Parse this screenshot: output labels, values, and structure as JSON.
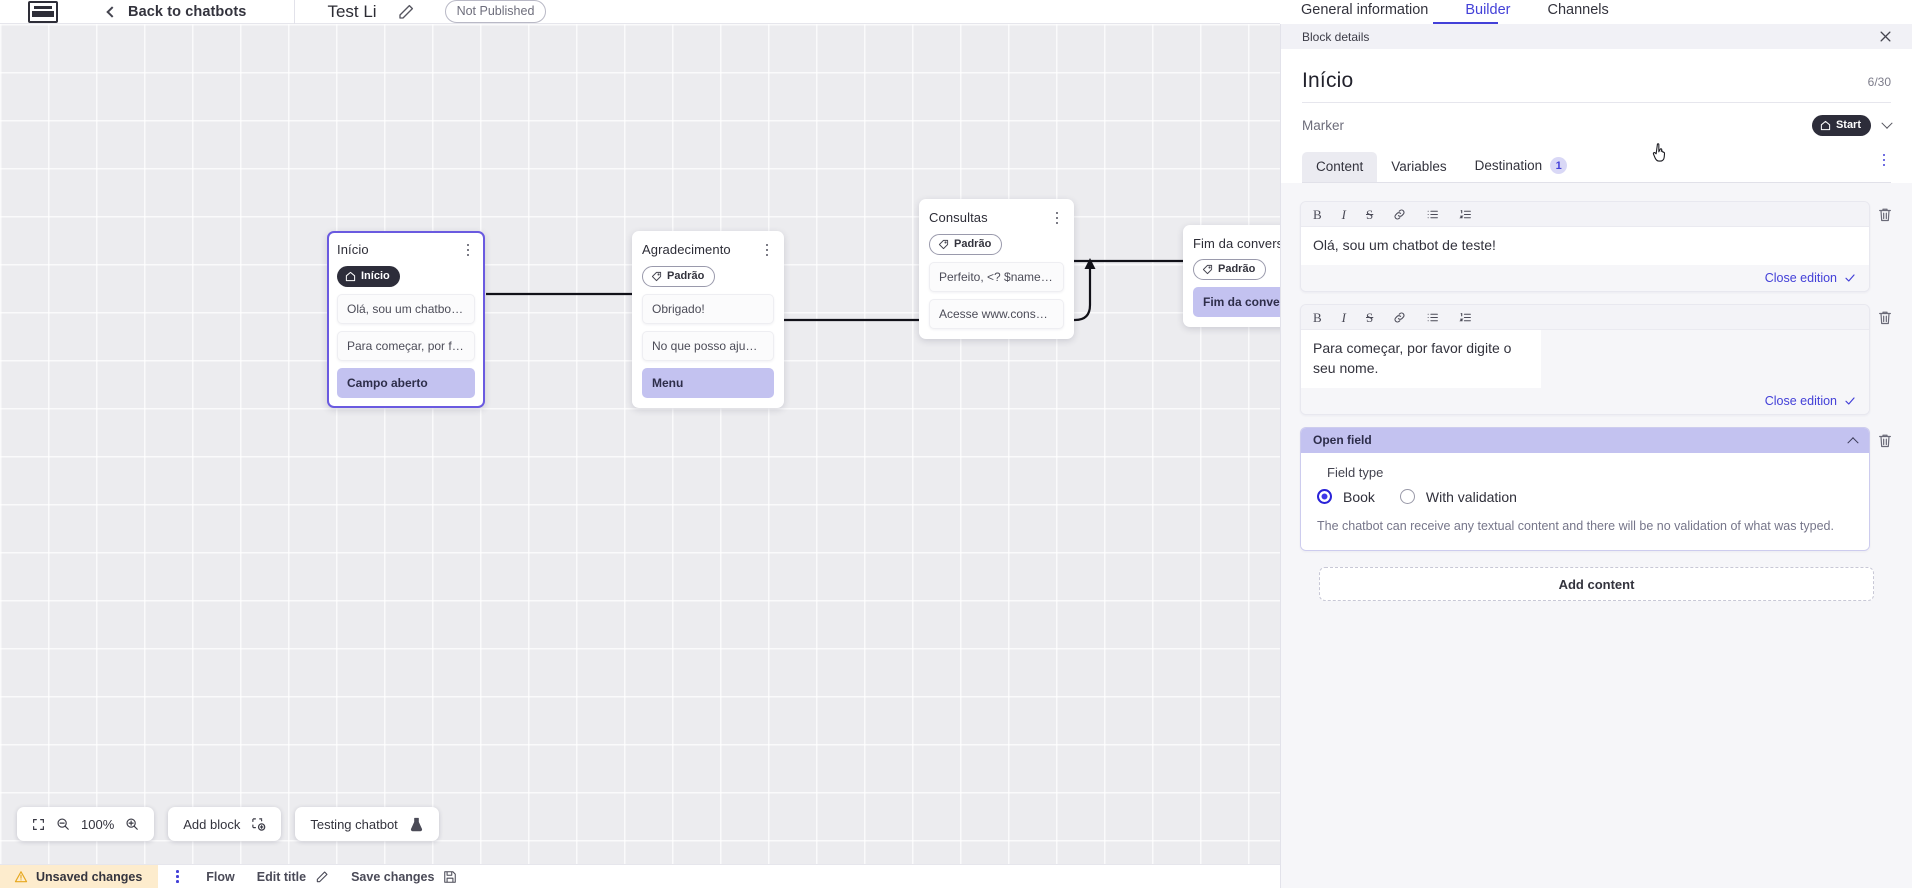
{
  "topbar": {
    "logo": "vtex-logo",
    "back_label": "Back to chatbots",
    "bot_title": "Test Li",
    "edit_icon": "pencil-icon",
    "status_badge": "Not Published"
  },
  "right_tabs": {
    "items": [
      {
        "label": "General information",
        "active": false
      },
      {
        "label": "Builder",
        "active": true
      },
      {
        "label": "Channels",
        "active": false
      }
    ]
  },
  "canvas": {
    "zoom_level": "100%",
    "toolbar": {
      "fit_icon": "fit-screen-icon",
      "zoom_out_icon": "zoom-out-icon",
      "zoom_in_icon": "zoom-in-icon",
      "add_block_label": "Add block",
      "add_block_icon": "add-block-icon",
      "testing_label": "Testing chatbot",
      "testing_icon": "flask-icon"
    },
    "nodes": [
      {
        "id": "inicio",
        "title": "Início",
        "tag": {
          "label": "Início",
          "style": "dark",
          "icon": "home-icon"
        },
        "selected": true,
        "messages": [
          {
            "text": "Olá, sou um chatbot de teste!",
            "accent": false
          },
          {
            "text": "Para começar, por favor digite o ...",
            "accent": false
          },
          {
            "text": "Campo aberto",
            "accent": true
          }
        ]
      },
      {
        "id": "agradecimento",
        "title": "Agradecimento",
        "tag": {
          "label": "Padrão",
          "style": "outline",
          "icon": "tag-icon"
        },
        "selected": false,
        "messages": [
          {
            "text": "Obrigado!",
            "accent": false
          },
          {
            "text": "No que posso ajudar, <? $name ...",
            "accent": false
          },
          {
            "text": "Menu",
            "accent": true
          }
        ]
      },
      {
        "id": "consultas",
        "title": "Consultas",
        "tag": {
          "label": "Padrão",
          "style": "outline",
          "icon": "tag-icon"
        },
        "selected": false,
        "messages": [
          {
            "text": "Perfeito, <? $name ?>!",
            "accent": false
          },
          {
            "text": "Acesse www.consultas.com par...",
            "accent": false
          }
        ]
      },
      {
        "id": "fim",
        "title": "Fim da conversa",
        "tag": {
          "label": "Padrão",
          "style": "outline",
          "icon": "tag-icon"
        },
        "selected": false,
        "messages": [
          {
            "text": "Fim da conversa",
            "accent": true
          }
        ]
      }
    ]
  },
  "statusbar": {
    "unsaved_label": "Unsaved changes",
    "warning_icon": "warning-triangle-icon",
    "kebab_icon": "kebab-menu-icon",
    "flow_label": "Flow",
    "edit_title_label": "Edit title",
    "edit_title_icon": "pencil-icon",
    "save_label": "Save changes",
    "save_icon": "floppy-disk-icon"
  },
  "panel": {
    "header_title": "Block details",
    "close_icon": "close-icon",
    "block_title": "Início",
    "char_count": "6/30",
    "marker_label": "Marker",
    "marker_value": "Start",
    "marker_icon": "home-icon",
    "marker_chevron": "chevron-down-icon",
    "tabs": [
      {
        "label": "Content",
        "active": true,
        "count": null
      },
      {
        "label": "Variables",
        "active": false,
        "count": null
      },
      {
        "label": "Destination",
        "active": false,
        "count": "1"
      }
    ],
    "overflow_icon": "kebab-menu-icon",
    "editors": [
      {
        "toolbar": [
          "B",
          "I",
          "S",
          "link-icon",
          "bullet-list-icon",
          "numbered-list-icon"
        ],
        "text": "Olá, sou um chatbot de teste!",
        "close_edition_label": "Close edition",
        "check_icon": "check-icon",
        "delete_icon": "trash-icon"
      },
      {
        "toolbar": [
          "B",
          "I",
          "S",
          "link-icon",
          "bullet-list-icon",
          "numbered-list-icon"
        ],
        "text": "Para começar, por favor digite o seu nome.",
        "close_edition_label": "Close edition",
        "check_icon": "check-icon",
        "delete_icon": "trash-icon"
      }
    ],
    "open_field": {
      "title": "Open field",
      "collapse_icon": "chevron-up-icon",
      "delete_icon": "trash-icon",
      "field_type_label": "Field type",
      "options": [
        {
          "label": "Book",
          "selected": true
        },
        {
          "label": "With validation",
          "selected": false
        }
      ],
      "help_text": "The chatbot can receive any textual content and there will be no validation of what was typed."
    },
    "add_content_label": "Add content"
  },
  "colors": {
    "accent": "#4340d8",
    "node_accent": "#c3c2f0",
    "canvas_bg": "#ececef",
    "warning_bg": "#fdeccd",
    "marker_dark": "#2d2d3a"
  }
}
